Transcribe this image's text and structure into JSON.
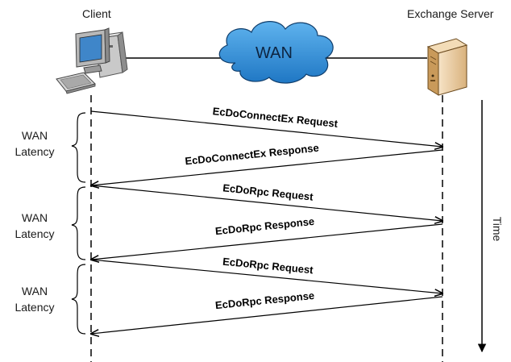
{
  "nodes": {
    "client": "Client",
    "server": "Exchange Server",
    "network": "WAN"
  },
  "latency": [
    {
      "line1": "WAN",
      "line2": "Latency"
    },
    {
      "line1": "WAN",
      "line2": "Latency"
    },
    {
      "line1": "WAN",
      "line2": "Latency"
    }
  ],
  "messages": [
    {
      "label": "EcDoConnectEx Request",
      "direction": "to-server"
    },
    {
      "label": "EcDoConnectEx Response",
      "direction": "to-client"
    },
    {
      "label": "EcDoRpc Request",
      "direction": "to-server"
    },
    {
      "label": "EcDoRpc Response",
      "direction": "to-client"
    },
    {
      "label": "EcDoRpc Request",
      "direction": "to-server"
    },
    {
      "label": "EcDoRpc Response",
      "direction": "to-client"
    }
  ],
  "time_axis": "Time",
  "colors": {
    "cloud_fill": "#2f8fd8",
    "line": "#000000"
  }
}
